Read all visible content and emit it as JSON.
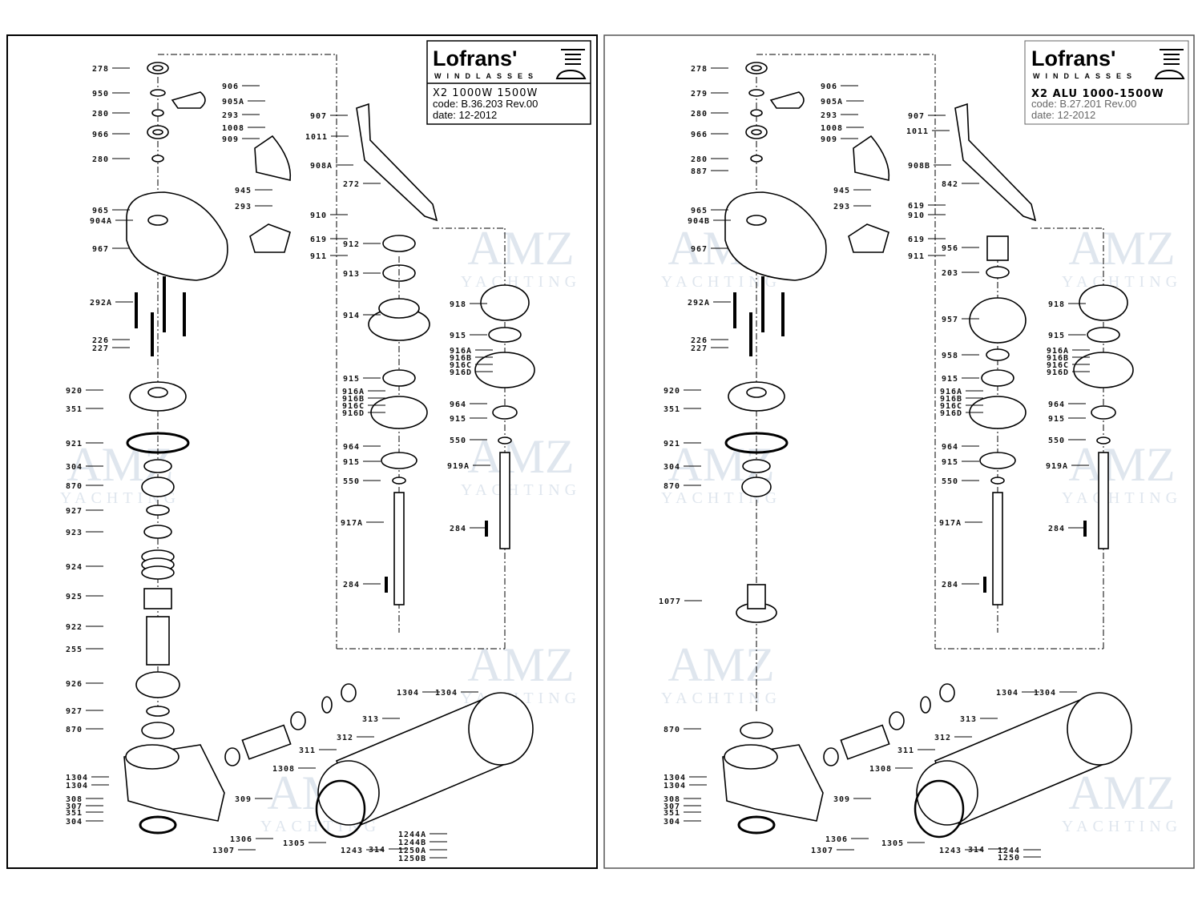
{
  "watermark": {
    "main": "AMZ",
    "sub": "YACHTING"
  },
  "left": {
    "logo": "Lofrans'",
    "logo_sub": "WINDLASSES",
    "model": "X2 1000W 1500W",
    "code": "code:  B.36.203 Rev.00",
    "date": "date:  12-2012",
    "labels": [
      "278",
      "950",
      "280",
      "966",
      "280",
      "906",
      "905A",
      "293",
      "1008",
      "909",
      "907",
      "1011",
      "908A",
      "945",
      "293",
      "910",
      "619",
      "911",
      "965",
      "904A",
      "967",
      "292A",
      "226",
      "227",
      "920",
      "351",
      "921",
      "304",
      "870",
      "927",
      "923",
      "924",
      "925",
      "922",
      "255",
      "926",
      "927",
      "870",
      "1304",
      "1304",
      "308",
      "307",
      "351",
      "304",
      "309",
      "1306",
      "1307",
      "1308",
      "311",
      "312",
      "313",
      "1305",
      "1243",
      "314",
      "1244A",
      "1244B",
      "1250A",
      "1250B",
      "1304",
      "1304",
      "272",
      "912",
      "913",
      "914",
      "915",
      "916A",
      "916B",
      "916C",
      "916D",
      "964",
      "915",
      "550",
      "917A",
      "284",
      "918",
      "915",
      "916A",
      "916B",
      "916C",
      "916D",
      "964",
      "915",
      "550",
      "919A",
      "284"
    ]
  },
  "right": {
    "logo": "Lofrans'",
    "logo_sub": "WINDLASSES",
    "model": "X2 ALU 1000-1500W",
    "code": "code:  B.27.201 Rev.00",
    "date": "date:  12-2012",
    "labels": [
      "278",
      "279",
      "280",
      "966",
      "280",
      "887",
      "965",
      "904B",
      "967",
      "292A",
      "226",
      "227",
      "920",
      "351",
      "921",
      "304",
      "870",
      "1077",
      "870",
      "1304",
      "1304",
      "308",
      "307",
      "351",
      "304",
      "906",
      "905A",
      "293",
      "1008",
      "909",
      "907",
      "1011",
      "908B",
      "945",
      "293",
      "619",
      "910",
      "619",
      "911",
      "842",
      "956",
      "203",
      "957",
      "958",
      "915",
      "916A",
      "916B",
      "916C",
      "916D",
      "964",
      "915",
      "550",
      "917A",
      "284",
      "918",
      "915",
      "916A",
      "916B",
      "916C",
      "916D",
      "964",
      "915",
      "550",
      "919A",
      "284",
      "309",
      "1306",
      "1307",
      "1308",
      "311",
      "312",
      "313",
      "1305",
      "1243",
      "314",
      "1244",
      "1250",
      "1304",
      "1304"
    ]
  }
}
